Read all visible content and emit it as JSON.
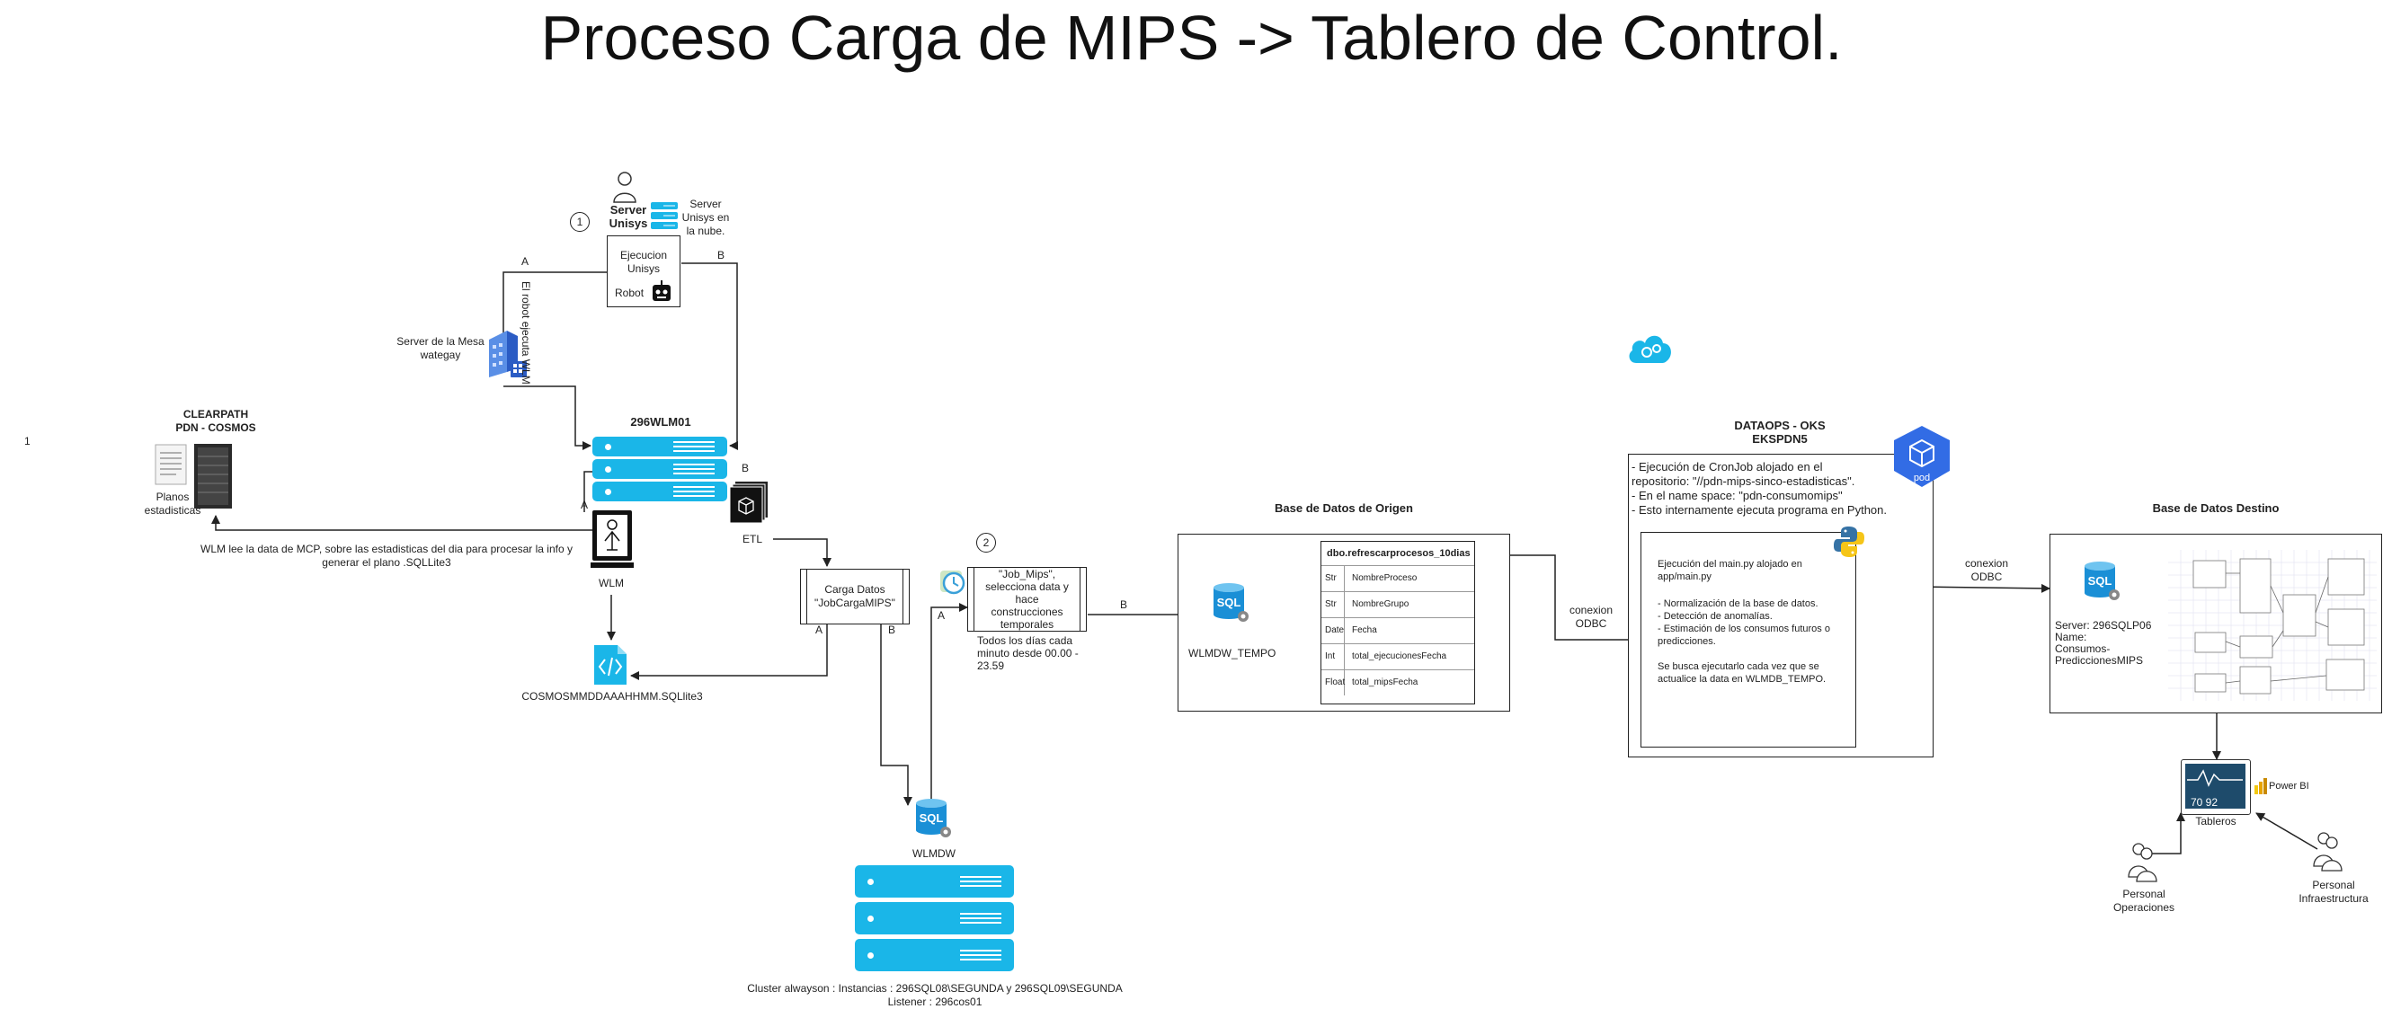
{
  "title": "Proceso Carga de MIPS -> Tablero de Control.",
  "corner_mark": "1",
  "unisys": {
    "step": "1",
    "server_label": "Server\nUnisys",
    "cloud_label": "Server\nUnisys en\nla nube.",
    "box_line1": "Ejecucion",
    "box_line2": "Unisys",
    "robot_label": "Robot"
  },
  "mesa": {
    "label": "Server de la Mesa\nwategay",
    "vertical_note": "El robot ejecuta WLM"
  },
  "clearpath": {
    "title": "CLEARPATH\nPDN - COSMOS",
    "planos": "Planos\nestadisticas"
  },
  "wlm01": {
    "title": "296WLM01"
  },
  "letters": {
    "a": "A",
    "b": "B"
  },
  "etl_label": "ETL",
  "wlm_label": "WLM",
  "wlm_note": "WLM lee la data de MCP, sobre las estadisticas del dia para procesar la info y\ngenerar el plano .SQLLite3",
  "sqlite_file": "COSMOSMMDDAAAHHMM.SQLlite3",
  "carga": {
    "line1": "Carga Datos",
    "line2": "\"JobCargaMIPS\""
  },
  "jobmips": {
    "step": "2",
    "text": "\"Job_Mips\",\nselecciona data y\nhace\nconstrucciones\ntemporales",
    "schedule": "Todos los días cada\nminuto desde 00.00 -\n23.59"
  },
  "wlmdw_label": "WLMDW",
  "cluster": "Cluster alwayson  : Instancias  :  296SQL08\\SEGUNDA y 296SQL09\\SEGUNDA\nListener  : 296cos01",
  "origen": {
    "title": "Base de Datos de Origen",
    "db_label": "WLMDW_TEMPO",
    "table_name": "dbo.refrescarprocesos_10dias",
    "rows": [
      {
        "type": "Str",
        "name": "NombreProceso"
      },
      {
        "type": "Str",
        "name": "NombreGrupo"
      },
      {
        "type": "Date",
        "name": "Fecha"
      },
      {
        "type": "Int",
        "name": "total_ejecucionesFecha"
      },
      {
        "type": "Float",
        "name": "total_mipsFecha"
      }
    ]
  },
  "odbc1": "conexion\nODBC",
  "dataops": {
    "title": "DATAOPS - OKS\nEKSPDN5",
    "desc": "- Ejecución de CronJob alojado en el\nrepositorio: \"//pdn-mips-sinco-estadisticas\".\n- En el name space: \"pdn-consumomips\"\n- Esto internamente ejecuta programa en Python.",
    "pod_label": "pod",
    "python_text1": "Ejecución del main.py alojado en\napp/main.py",
    "python_text2": "- Normalización de la base de datos.\n- Detección de anomalías.\n- Estimación de los consumos futuros o\npredicciones.",
    "python_text3": "Se busca ejecutarlo cada vez que se\nactualice la data en WLMDB_TEMPO."
  },
  "odbc2": "conexion\nODBC",
  "destino": {
    "title": "Base de Datos Destino",
    "server": "Server: 296SQLP06\nName:\nConsumos-\nPrediccionesMIPS"
  },
  "tableros": {
    "label": "Tableros",
    "powerbi": "Power BI",
    "screen_nums": "70  92"
  },
  "personal_op": "Personal\nOperaciones",
  "personal_inf": "Personal\nInfraestructura",
  "colors": {
    "accent": "#1ab6e8",
    "robot": "#111111",
    "sql": "#1a8fd6"
  }
}
